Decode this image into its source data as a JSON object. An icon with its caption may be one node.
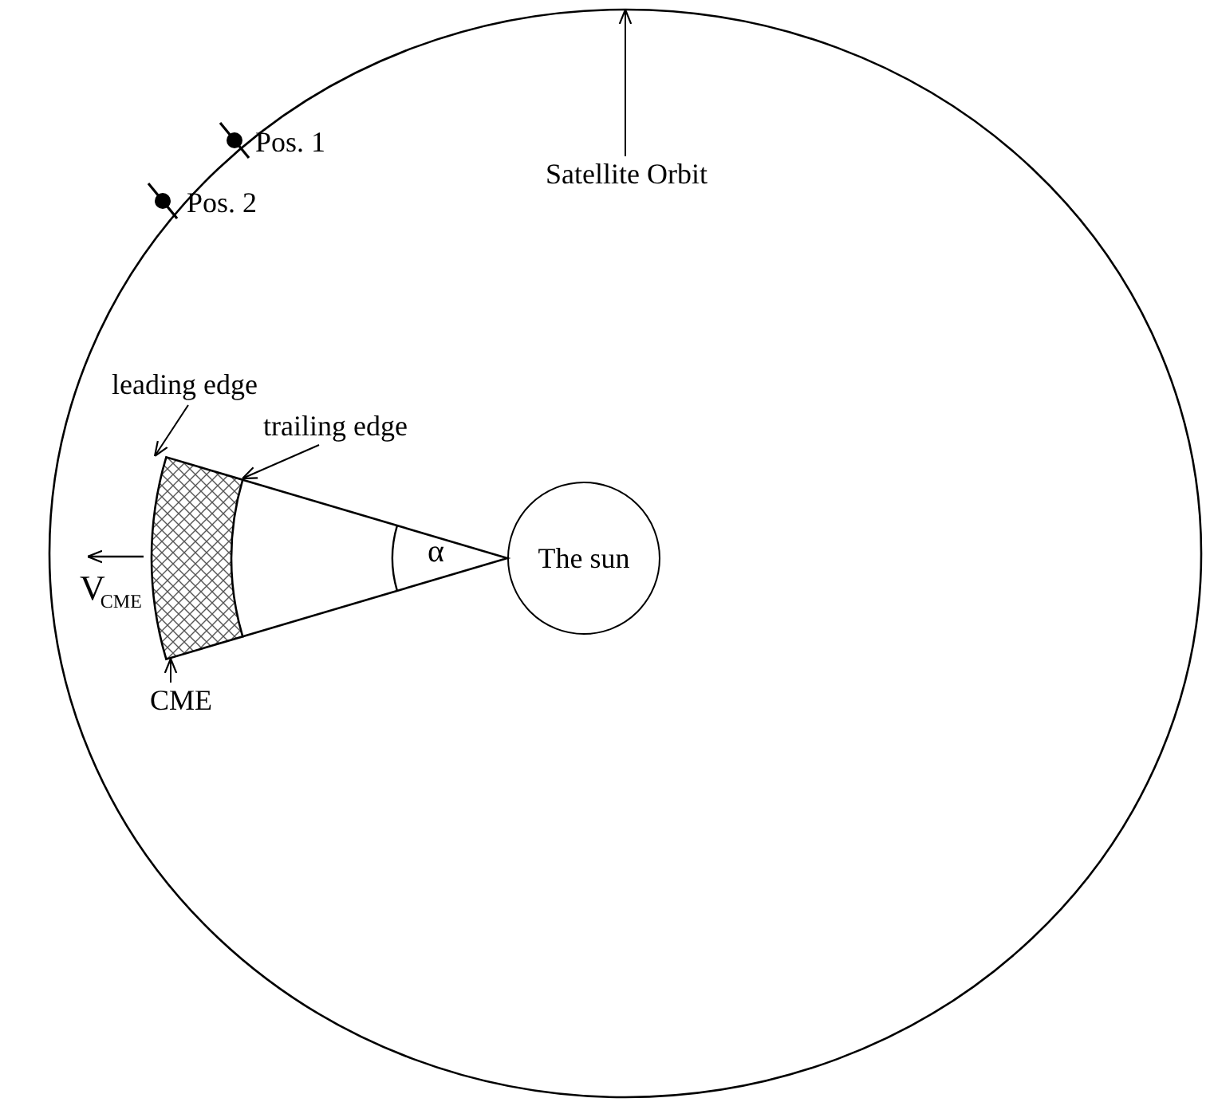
{
  "diagram": {
    "nodes": [
      {
        "text": [],
        "shape": "circle"
      },
      {
        "text": [
          "Satellite Orbit"
        ],
        "in": 0
      },
      {
        "text": [
          "leading edge"
        ],
        "in": 0
      },
      {
        "text": [],
        "shape": "band",
        "in": 0,
        "beside": [
          "V$_{CME}$"
        ]
      },
      {
        "text": [
          "trailing edge"
        ],
        "in": 0
      },
      {
        "text": [
          "CME"
        ],
        "in": 0
      },
      {
        "text": [
          "The sun"
        ],
        "in": 0
      }
    ],
    "edges": [
      {
        "from": 1,
        "to": 0,
        "arrow": "to"
      },
      {
        "from": 2,
        "to": 3,
        "arrow": "to"
      },
      {
        "from": 4,
        "to": 3,
        "arrow": "to"
      },
      {
        "from": 5,
        "to": 3,
        "arrow": "to"
      }
    ],
    "labels": [
      "Pos. 1",
      "Pos. 2",
      "α"
    ]
  }
}
